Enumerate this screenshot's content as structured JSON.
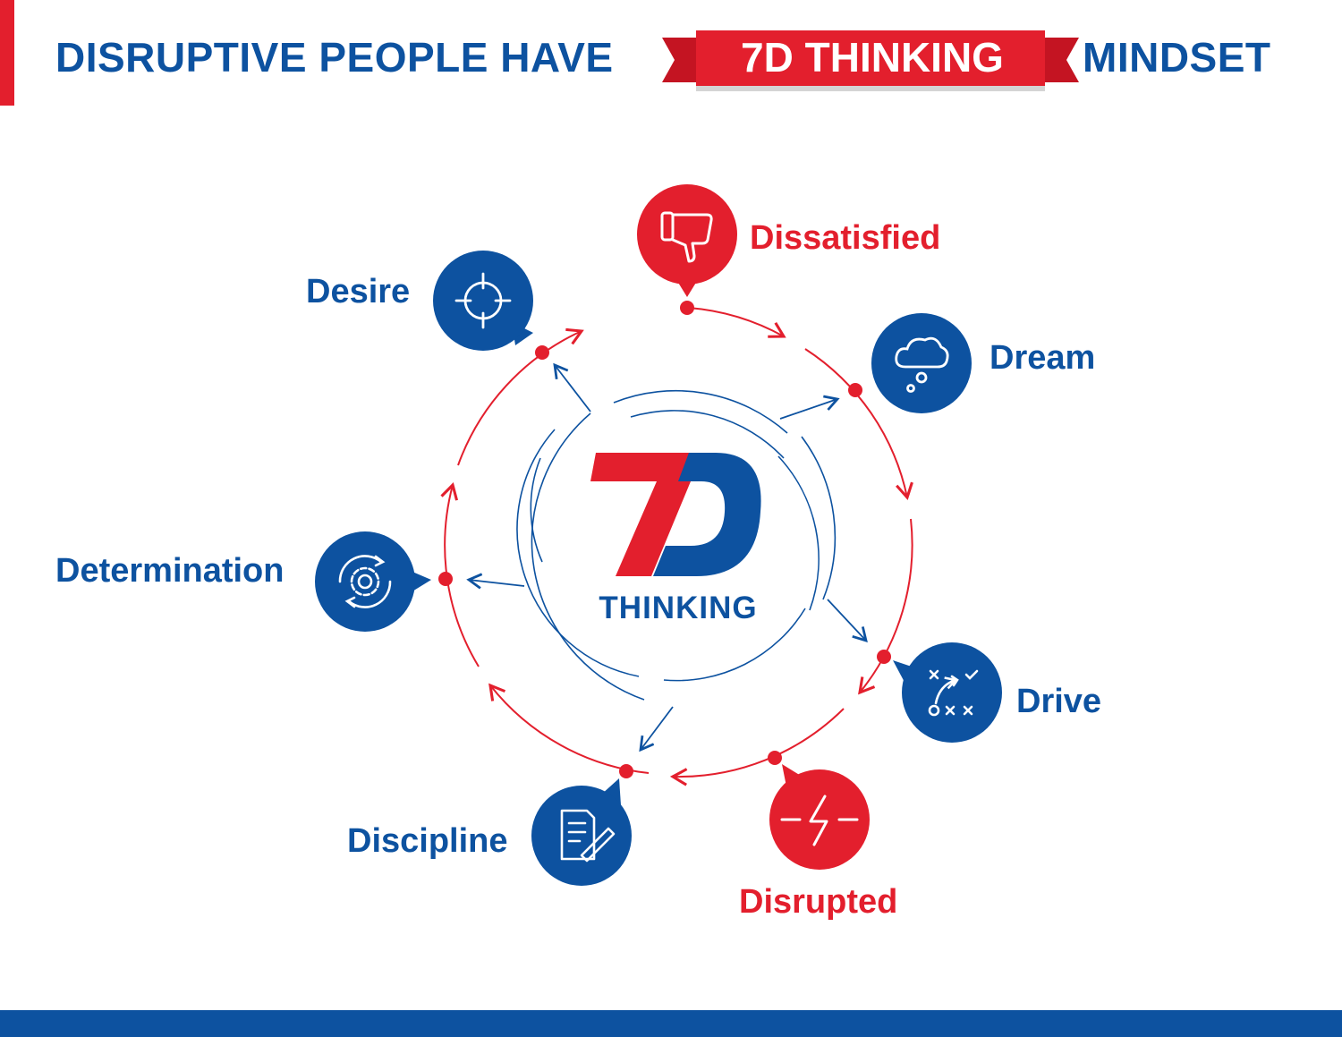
{
  "header": {
    "text_left": "DISRUPTIVE PEOPLE HAVE",
    "highlight": "7D THINKING",
    "text_right": "MINDSET"
  },
  "center": {
    "logo_text": "7D",
    "subtitle": "THINKING"
  },
  "stages": [
    {
      "label": "Dissatisfied",
      "icon": "thumbs-down-icon",
      "color": "#e31f2d"
    },
    {
      "label": "Dream",
      "icon": "cloud-thought-icon",
      "color": "#0d52a0"
    },
    {
      "label": "Drive",
      "icon": "play-strategy-icon",
      "color": "#0d52a0"
    },
    {
      "label": "Disrupted",
      "icon": "lightning-icon",
      "color": "#e31f2d"
    },
    {
      "label": "Discipline",
      "icon": "document-pen-icon",
      "color": "#0d52a0"
    },
    {
      "label": "Determination",
      "icon": "gear-cycle-icon",
      "color": "#0d52a0"
    },
    {
      "label": "Desire",
      "icon": "target-icon",
      "color": "#0d52a0"
    }
  ],
  "colors": {
    "red": "#e31f2d",
    "blue": "#0d52a0"
  }
}
